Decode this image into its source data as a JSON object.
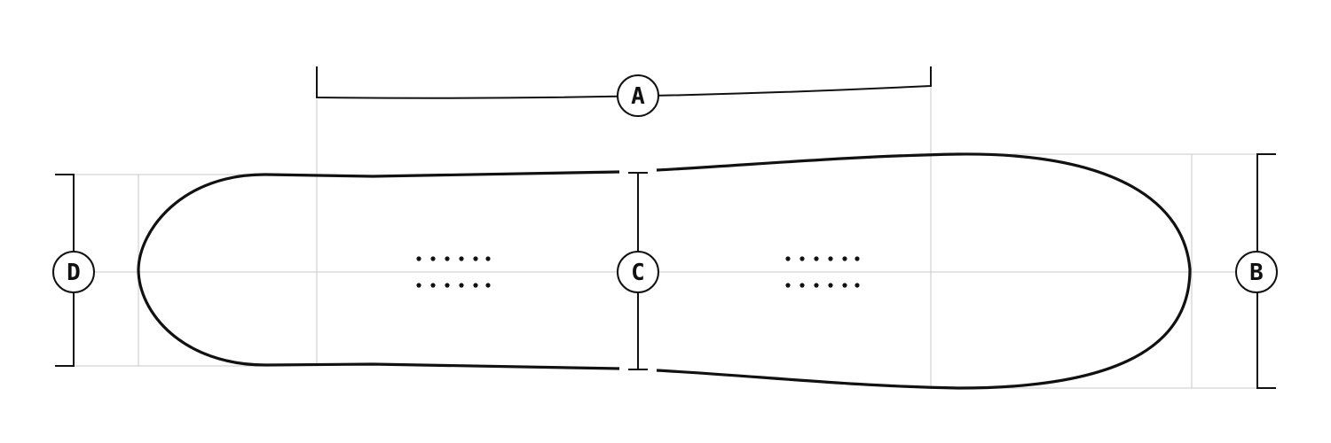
{
  "diagram": {
    "subject": "snowboard-outline",
    "colors": {
      "outline": "#111111",
      "guides": "#c8c8c8",
      "background": "#ffffff"
    },
    "markers": {
      "a": "A",
      "b": "B",
      "c": "C",
      "d": "D"
    },
    "insert_pattern": {
      "rows": 2,
      "holes_per_row": 6
    }
  }
}
